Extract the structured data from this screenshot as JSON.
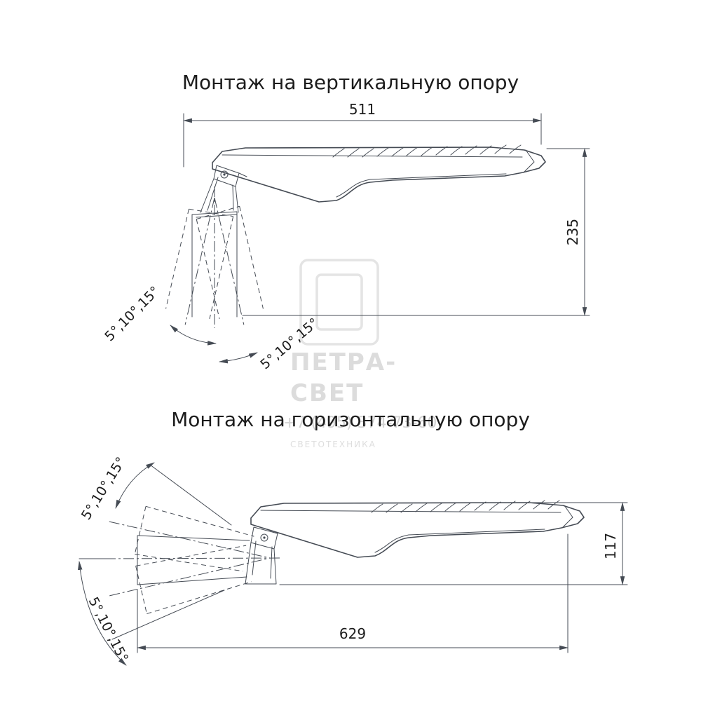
{
  "meta": {
    "background": "#ffffff",
    "line_color": "#454b54",
    "text_color": "#1c1c1c",
    "watermark_color": "#dcdcdc"
  },
  "vertical_mount": {
    "title": "Монтаж на вертикальную опору",
    "dim_width": "511",
    "dim_height": "235",
    "angle_left": "5°,10°,15°",
    "angle_right": "5°,10°,15°"
  },
  "horizontal_mount": {
    "title": "Монтаж на горизонтальную опору",
    "dim_height": "117",
    "dim_length": "629",
    "angle_top": "5°,10°,15°",
    "angle_bottom": "5°,10°,15°"
  },
  "watermark": {
    "brand_line1": "ПЕТРА-",
    "brand_line2": "СВЕТ",
    "phone": "+7 (495) 374-73-60",
    "tagline": "СВЕТОТЕХНИКА"
  }
}
